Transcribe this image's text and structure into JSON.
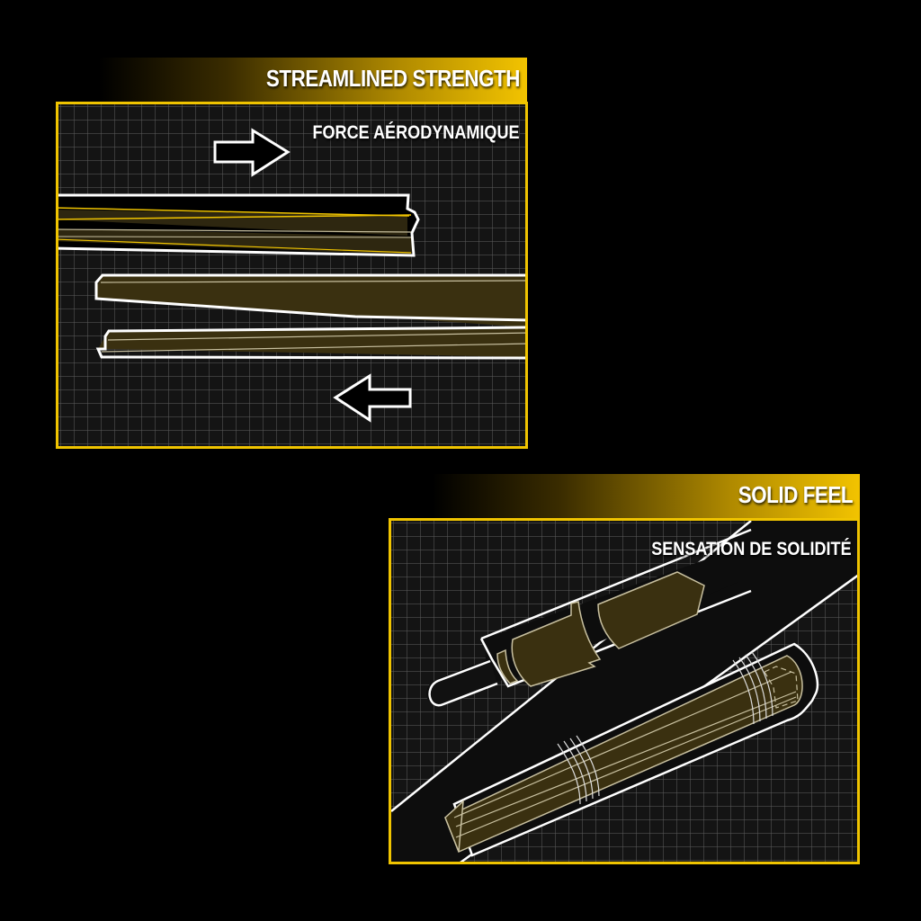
{
  "panels": [
    {
      "id": "streamlined",
      "title": "STREAMLINED STRENGTH",
      "subtitle": "FORCE AÉRODYNAMIQUE",
      "icons": [
        "arrow-right-icon",
        "arrow-left-icon"
      ],
      "illustration": "tapered-cue-shafts"
    },
    {
      "id": "solid",
      "title": "SOLID FEEL",
      "subtitle": "SENSATION DE SOLIDITÉ",
      "illustration": "cue-joint-cutaway"
    }
  ],
  "colors": {
    "background": "#000000",
    "accent": "#f0c400",
    "panel_bg": "#141414",
    "grid": "#5a5a5a",
    "fill": "#2e2710",
    "outline": "#ffffff"
  }
}
